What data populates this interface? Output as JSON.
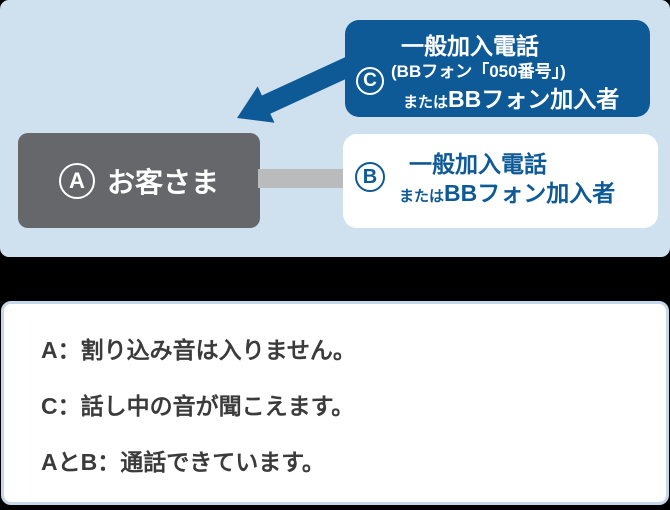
{
  "colors": {
    "page_bg": "#000000",
    "panel_top_bg": "#cfe0ef",
    "primary_blue": "#0e5a96",
    "box_a_gray": "#65676a",
    "connector_gray": "#b9bbbd",
    "panel_bottom_bg": "#ffffff",
    "panel_bottom_border": "#c3d8ea",
    "note_text": "#3b3b3b"
  },
  "diagram": {
    "box_c": {
      "badge": "C",
      "line1": "一般加入電話",
      "line2": "(BBフォン「050番号」)",
      "line3_prefix": "または",
      "line3_main": "BBフォン加入者"
    },
    "box_a": {
      "badge": "A",
      "label": "お客さま"
    },
    "box_b": {
      "badge": "B",
      "line1": "一般加入電話",
      "line2_prefix": "または",
      "line2_main": "BBフォン加入者"
    }
  },
  "notes": {
    "lines": [
      "A：割り込み音は入りません。",
      "C：話し中の音が聞こえます。",
      "AとB：通話できています。"
    ]
  }
}
